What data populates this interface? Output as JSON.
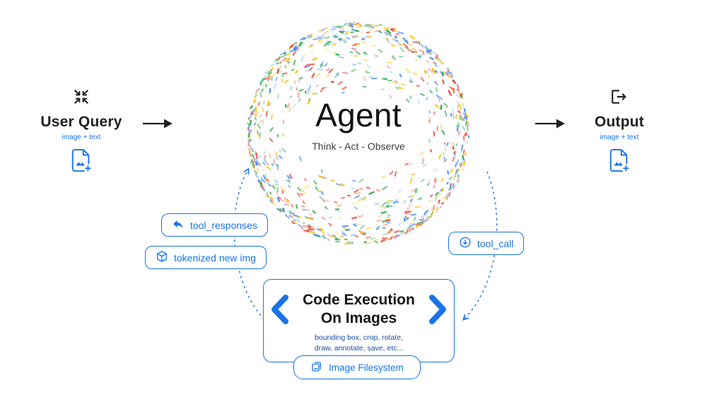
{
  "colors": {
    "accent_blue": "#1a73e8",
    "text_dark": "#202124",
    "subtitle_gray": "#3c4043",
    "caption_blue": "#174ea6",
    "dot_palette": [
      "#4285F4",
      "#EA4335",
      "#FBBC04",
      "#34A853",
      "#4285F4",
      "#EA4335",
      "#FBBC04",
      "#34A853",
      "#669DF6",
      "#EE675C",
      "#FCC934",
      "#5BB974",
      "#AECBFA",
      "#F6AEA9",
      "#FDE293",
      "#A8DAB5"
    ]
  },
  "left_node": {
    "title": "User Query",
    "subtitle": "image + text",
    "icon": "collapse-arrows-icon",
    "doc_icon": "document-image-plus-icon"
  },
  "agent": {
    "title": "Agent",
    "subtitle": "Think - Act - Observe"
  },
  "right_node": {
    "title": "Output",
    "subtitle": "image + text",
    "icon": "output-icon",
    "doc_icon": "document-image-plus-icon"
  },
  "loop_labels": {
    "tool_responses": {
      "label": "tool_responses",
      "icon": "return-arrow-icon"
    },
    "tokenized_new_img": {
      "label": "tokenized new img",
      "icon": "cube-icon"
    },
    "tool_call": {
      "label": "tool_call",
      "icon": "circle-down-arrow-icon"
    }
  },
  "code_execution": {
    "title_line1": "Code Execution",
    "title_line2": "On Images",
    "caption_line1": "bounding box, crop, rotate,",
    "caption_line2": "draw, annotate, save, etc...",
    "filesystem_label": "Image Filesystem"
  }
}
